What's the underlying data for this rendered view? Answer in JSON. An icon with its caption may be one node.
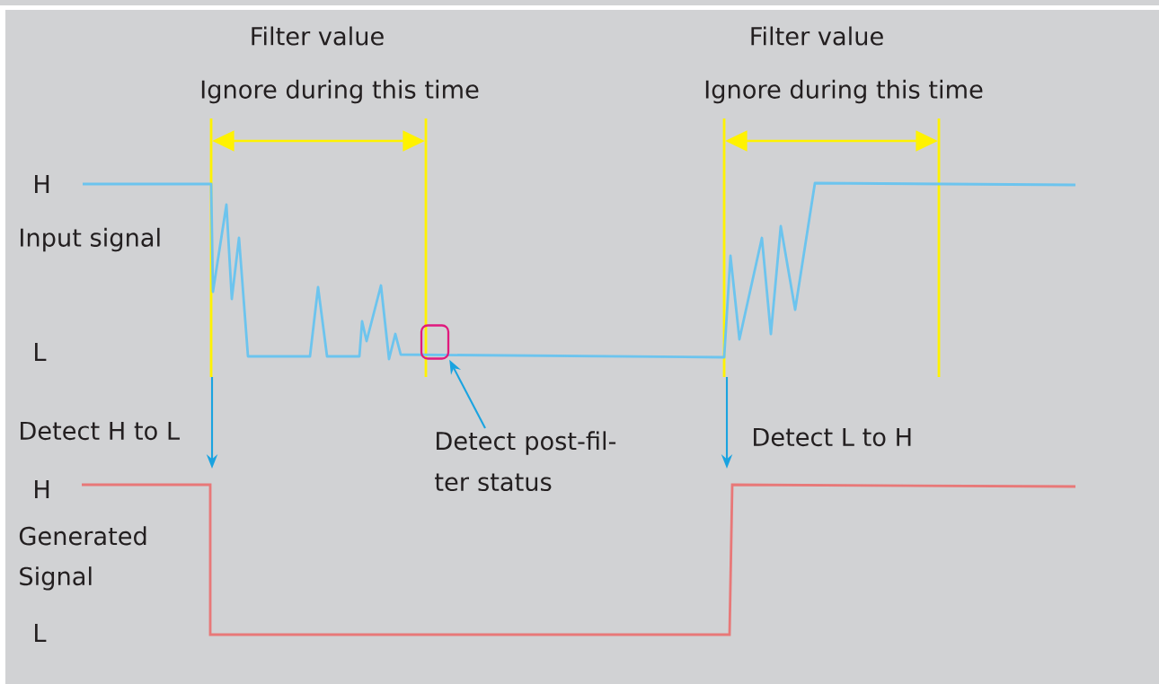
{
  "diagram": {
    "nodes": [
      {
        "text": [
          "Detect post-fil- ter status"
        ]
      },
      {
        "text": [],
        "shape": "box"
      }
    ],
    "edges": [
      {
        "from": 0,
        "to": 1,
        "arrow": "to"
      }
    ],
    "labels": [
      "Filter value",
      "Filter value",
      "Ignore during this time",
      "Ignore during this time",
      "H",
      "Input signal",
      "L",
      "Detect H to L",
      "Detect L to H",
      "H",
      "Generated Signal",
      "L"
    ]
  }
}
